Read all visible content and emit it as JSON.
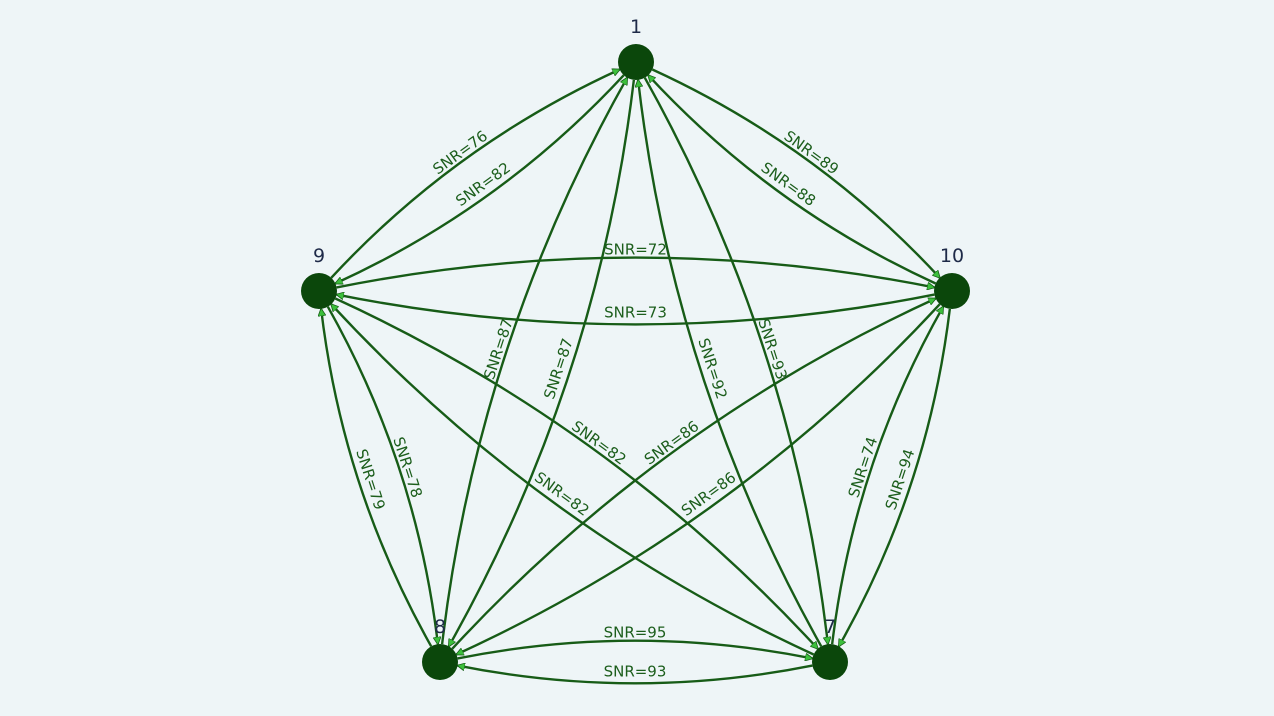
{
  "colors": {
    "background": "#eef5f7",
    "edge": "#175c17",
    "arrowhead": "#3cbf3c",
    "node": "#0b470b",
    "edge_label": "#1c5e1c",
    "node_label": "#1e2a48"
  },
  "nodes": [
    {
      "id": "1",
      "label": "1"
    },
    {
      "id": "9",
      "label": "9"
    },
    {
      "id": "10",
      "label": "10"
    },
    {
      "id": "8",
      "label": "8"
    },
    {
      "id": "7",
      "label": "7"
    }
  ],
  "edges": [
    {
      "source": "1",
      "target": "9",
      "label": "SNR=82"
    },
    {
      "source": "9",
      "target": "1",
      "label": "SNR=76"
    },
    {
      "source": "1",
      "target": "10",
      "label": "SNR=89"
    },
    {
      "source": "10",
      "target": "1",
      "label": "SNR=88"
    },
    {
      "source": "9",
      "target": "10",
      "label": "SNR=72"
    },
    {
      "source": "10",
      "target": "9",
      "label": "SNR=73"
    },
    {
      "source": "1",
      "target": "8",
      "label": "SNR=87"
    },
    {
      "source": "8",
      "target": "1",
      "label": "SNR=87"
    },
    {
      "source": "1",
      "target": "7",
      "label": "SNR=93"
    },
    {
      "source": "7",
      "target": "1",
      "label": "SNR=92"
    },
    {
      "source": "9",
      "target": "8",
      "label": "SNR=78"
    },
    {
      "source": "8",
      "target": "9",
      "label": "SNR=79"
    },
    {
      "source": "10",
      "target": "7",
      "label": "SNR=94"
    },
    {
      "source": "7",
      "target": "10",
      "label": "SNR=74"
    },
    {
      "source": "9",
      "target": "7",
      "label": "SNR=82"
    },
    {
      "source": "7",
      "target": "9",
      "label": "SNR=82"
    },
    {
      "source": "10",
      "target": "8",
      "label": "SNR=86"
    },
    {
      "source": "8",
      "target": "10",
      "label": "SNR=86"
    },
    {
      "source": "8",
      "target": "7",
      "label": "SNR=95"
    },
    {
      "source": "7",
      "target": "8",
      "label": "SNR=93"
    }
  ]
}
